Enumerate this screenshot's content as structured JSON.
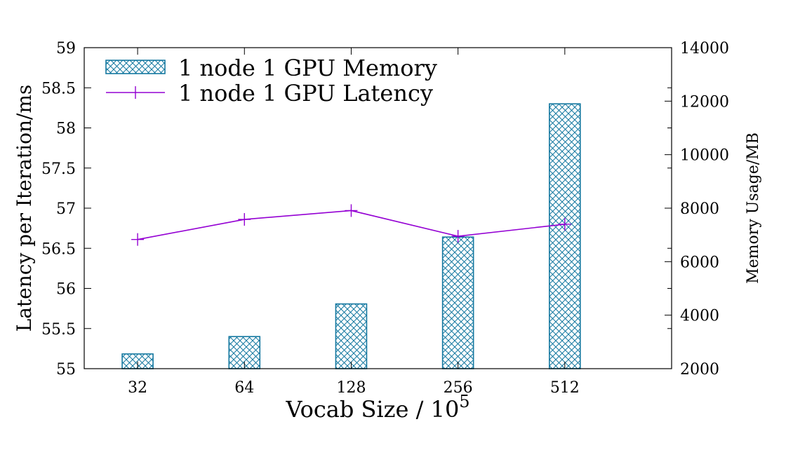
{
  "colors": {
    "memory": "#1478a0",
    "latency": "#9400d3",
    "axis": "#000000",
    "background": "#ffffff"
  },
  "chart_data": {
    "type": "bar",
    "categories": [
      "32",
      "64",
      "128",
      "256",
      "512"
    ],
    "xlabel": "Vocab Size / 10",
    "xlabel_superscript": "5",
    "y_left": {
      "label": "Latency per Iteration/ms",
      "lim": [
        55,
        59
      ],
      "ticks": [
        "55",
        "55.5",
        "56",
        "56.5",
        "57",
        "57.5",
        "58",
        "58.5",
        "59"
      ]
    },
    "y_right": {
      "label": "Memory Usage/MB",
      "lim": [
        2000,
        14000
      ],
      "ticks": [
        "2000",
        "4000",
        "6000",
        "8000",
        "10000",
        "12000",
        "14000"
      ]
    },
    "series": [
      {
        "name": "1 node 1 GPU Memory",
        "type": "bar",
        "axis": "right",
        "pattern": "crosshatch",
        "values": [
          2550,
          3200,
          4420,
          6920,
          11900
        ]
      },
      {
        "name": "1 node 1 GPU Latency",
        "type": "line",
        "axis": "left",
        "marker": "plus",
        "values": [
          56.61,
          56.86,
          56.97,
          56.65,
          56.8
        ]
      }
    ],
    "legend": "top-left",
    "grid": false
  }
}
